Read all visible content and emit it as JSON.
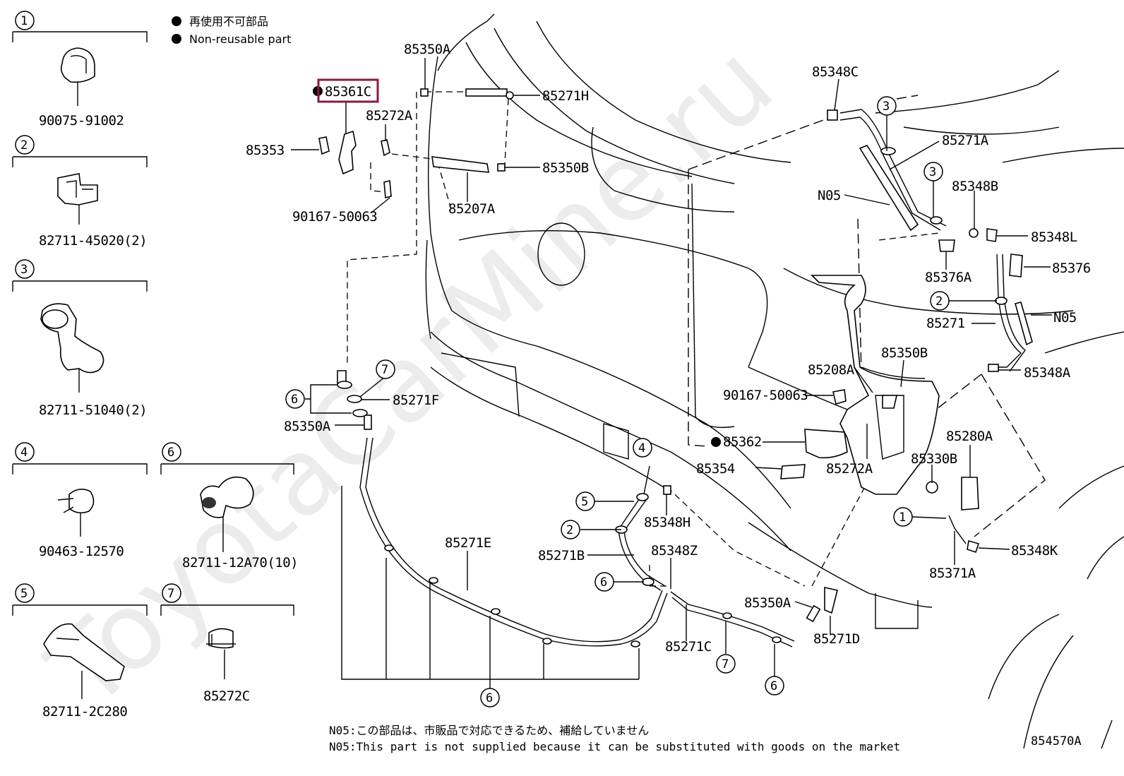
{
  "legend": {
    "jp": "再使用不可部品",
    "en": "Non-reusable part"
  },
  "watermark": "ToyotaCarMine.ru",
  "figure_id": "854570A",
  "highlight_part": "85361C",
  "key_items": [
    {
      "n": "1",
      "part": "90075-91002"
    },
    {
      "n": "2",
      "part": "82711-45020(2)"
    },
    {
      "n": "3",
      "part": "82711-51040(2)"
    },
    {
      "n": "4",
      "part": "90463-12570"
    },
    {
      "n": "6",
      "part": "82711-12A70(10)"
    },
    {
      "n": "5",
      "part": "82711-2C280"
    },
    {
      "n": "7",
      "part": "85272C"
    }
  ],
  "callouts": {
    "c1": "85350A",
    "c2": "85361C",
    "c3": "85271H",
    "c4": "85272A",
    "c5": "85353",
    "c6": "85350B",
    "c7": "85207A",
    "c8": "90167-50063",
    "c9": "85271F",
    "c10": "85350A",
    "c11": "85271E",
    "c12": "85348H",
    "c13": "85271B",
    "c14": "85348Z",
    "c15": "85271C",
    "c16": "85350A",
    "c17": "85271D",
    "c18": "85348C",
    "c19": "85271A",
    "c20": "N05",
    "c21": "85348B",
    "c22": "85348L",
    "c23": "85376",
    "c24": "85376A",
    "c25": "85271",
    "c26": "N05",
    "c27": "85348A",
    "c28": "85350B",
    "c29": "85208A",
    "c30": "90167-50063",
    "c31": "85362",
    "c32": "85354",
    "c33": "85272A",
    "c34": "85280A",
    "c35": "85330B",
    "c36": "85348K",
    "c37": "85371A"
  },
  "circled_refs": [
    "7",
    "6",
    "4",
    "5",
    "2",
    "6",
    "7",
    "6",
    "6",
    "3",
    "3",
    "2",
    "1"
  ],
  "notes": {
    "jp": "N05:この部品は、市販品で対応できるため、補給していません",
    "en": "N05:This part is not supplied because it can be substituted with goods on the market"
  }
}
